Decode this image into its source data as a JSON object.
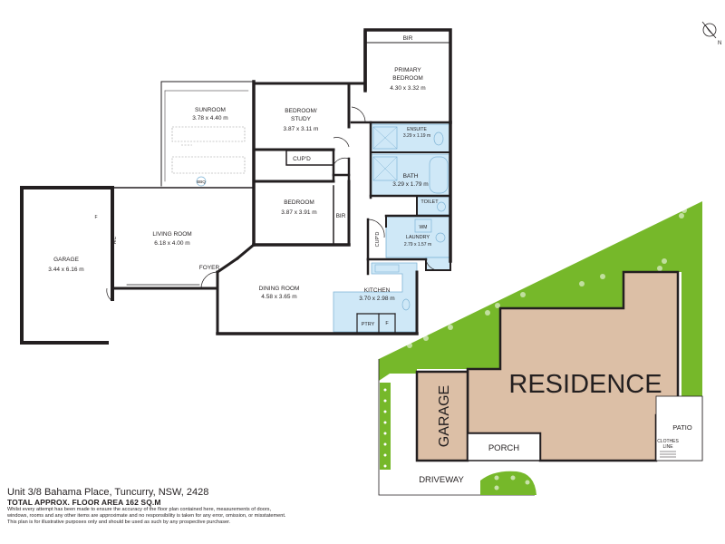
{
  "rooms": {
    "bir_top": "BIR",
    "primary_bedroom": {
      "name_l1": "PRIMARY",
      "name_l2": "BEDROOM",
      "dims": "4.30 x 3.32 m"
    },
    "sunroom": {
      "name": "SUNROOM",
      "dims": "3.78 x 4.40 m"
    },
    "bedroom_study": {
      "name_l1": "BEDROOM/",
      "name_l2": "STUDY",
      "dims": "3.87 x 3.11 m"
    },
    "ensuite": {
      "name": "ENSUITE",
      "dims": "3.29 x 1.19 m"
    },
    "cupd_mid": "CUP'D",
    "bath": {
      "name": "BATH",
      "dims": "3.29 x 1.79 m"
    },
    "bbq": "BBQ",
    "toilet": "TOILET",
    "bedroom": {
      "name": "BEDROOM",
      "dims": "3.87 x 3.91 m"
    },
    "bir_mid": "BIR",
    "wm": "WM",
    "laundry": {
      "name": "LAUNDRY",
      "dims": "2.79 x 1.57 m"
    },
    "cupd_laundry": "CUP'D",
    "garage": {
      "name": "GARAGE",
      "dims": "3.44 x 6.16 m"
    },
    "fridge_garage": "F",
    "ac": "A/C",
    "living_room": {
      "name": "LIVING ROOM",
      "dims": "6.18 x 4.00 m"
    },
    "foyer": "FOYER",
    "dining_room": {
      "name": "DINING ROOM",
      "dims": "4.58 x 3.65 m"
    },
    "kitchen": {
      "name": "KITCHEN",
      "dims": "3.70 x 2.98 m"
    },
    "pantry": "PTRY",
    "fridge_kitchen": "F"
  },
  "site": {
    "residence": "RESIDENCE",
    "garage": "GARAGE",
    "porch": "PORCH",
    "patio": "PATIO",
    "clothes_l1": "CLOTHES",
    "clothes_l2": "LINE",
    "driveway": "DRIVEWAY"
  },
  "compass": {
    "north": "N"
  },
  "footer": {
    "address": "Unit 3/8 Bahama Place, Tuncurry, NSW, 2428",
    "area": "TOTAL APPROX. FLOOR AREA 162 SQ.M",
    "disclaimer_1": "Whilst every attempt has been made to ensure the accuracy of the floor plan contained here, measurements of doors,",
    "disclaimer_2": "windows, rooms and any other items are approximate and no responsibility is taken for any error, omission, or misstatement.",
    "disclaimer_3": "This plan is for illustrative purposes only and should be used as such by any prospective purchaser."
  },
  "colors": {
    "wall": "#231f20",
    "wet_area": "#cfe8f7",
    "wet_area_line": "#7fb4d6",
    "lawn": "#76b82a",
    "residence_fill": "#dcbfa6",
    "outline": "#231f20"
  }
}
